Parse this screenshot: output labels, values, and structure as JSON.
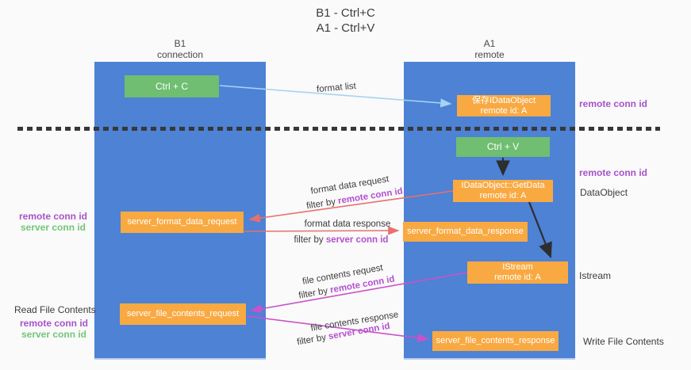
{
  "title": {
    "line1": "B1 - Ctrl+C",
    "line2": "A1 - Ctrl+V"
  },
  "columns": {
    "left": {
      "name": "B1",
      "role": "connection"
    },
    "right": {
      "name": "A1",
      "role": "remote"
    }
  },
  "boxes": {
    "ctrl_c": "Ctrl + C",
    "ctrl_v": "Ctrl + V",
    "save_idataobject": {
      "line1": "保存IDataObject",
      "line2": "remote id: A"
    },
    "getdata": {
      "line1": "IDataObject::GetData",
      "line2": "remote id: A"
    },
    "istream": {
      "line1": "IStream",
      "line2": "remote id: A"
    },
    "format_request": "server_format_data_request",
    "format_response": "server_format_data_response",
    "file_request": "server_file_contents_request",
    "file_response": "server_file_contents_response"
  },
  "side_labels": {
    "remote_conn_id": "remote conn id",
    "server_conn_id": "server conn id",
    "read_file_contents": "Read File Contents",
    "write_file_contents": "Write File Contents",
    "dataobject": "DataObject",
    "istream": "Istream"
  },
  "arrow_labels": {
    "format_list": "format list",
    "format_data_request": "format data request",
    "format_data_response": "format data response",
    "file_contents_request": "file contents request",
    "file_contents_response": "file contents response",
    "filter_by": "filter by ",
    "remote_conn_id": "remote conn id",
    "server_conn_id": "server conn id"
  },
  "colors": {
    "lane_blue": "#4d82d5",
    "box_green": "#6fbe71",
    "box_orange": "#f9a942",
    "arrow_blue": "#a7d3f2",
    "arrow_red": "#e8706e",
    "arrow_magenta": "#cb51ca",
    "arrow_black": "#2e2e2e",
    "text_purple": "#a653c9",
    "text_green": "#74c578"
  }
}
